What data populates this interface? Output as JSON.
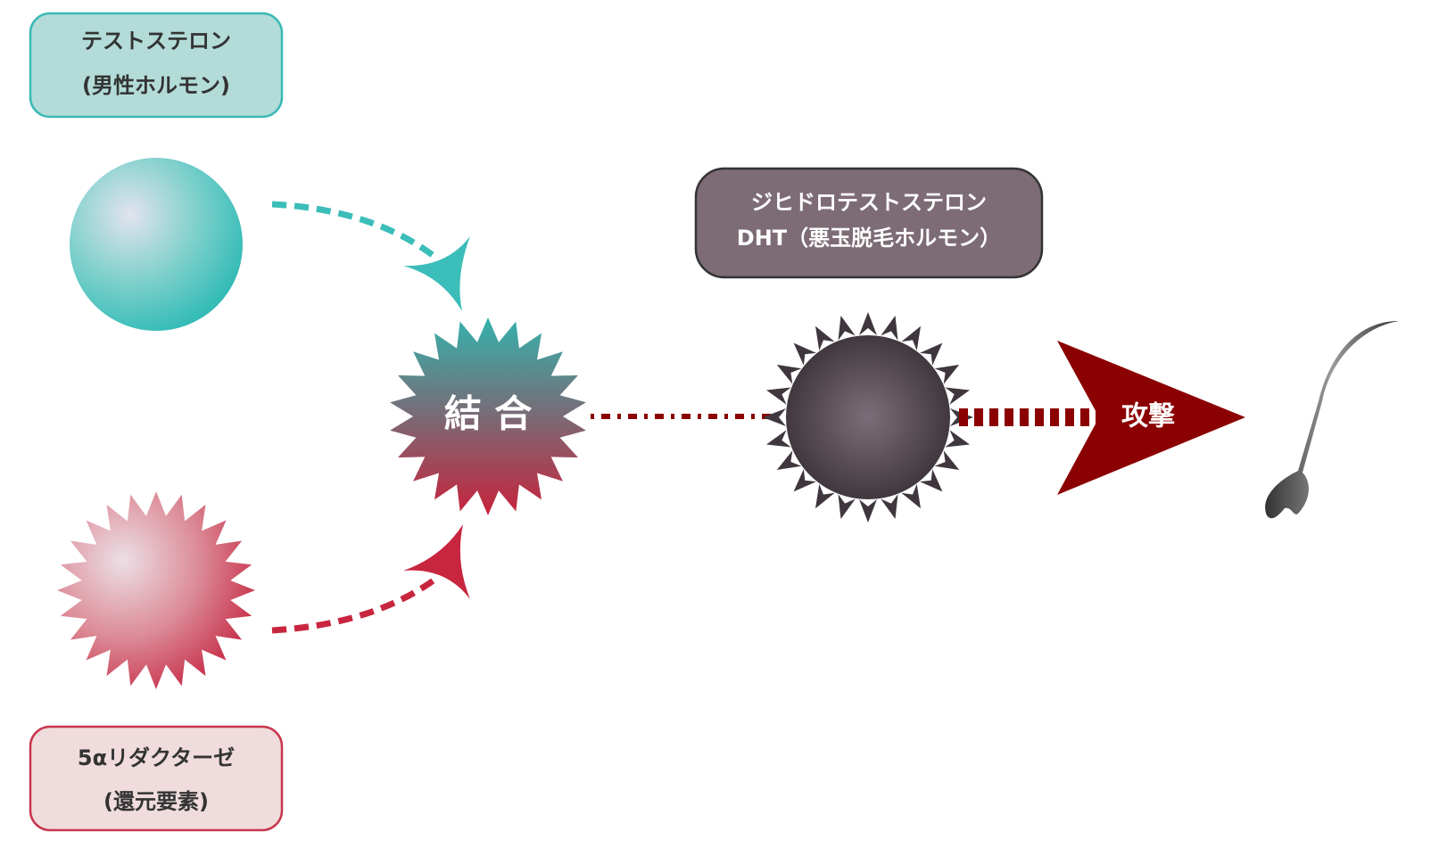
{
  "testosterone_label": {
    "line1": "テストステロン",
    "line2": "(男性ホルモン)"
  },
  "reductase_label": {
    "line1": "5αリダクターゼ",
    "line2": "(還元要素)"
  },
  "dht_label": {
    "line1": "ジヒドロテストステロン",
    "line2": "DHT（悪玉脱毛ホルモン）"
  },
  "combine_text": "結 合",
  "attack_text": "攻撃",
  "colors": {
    "teal": "#3bbdb9",
    "red": "#c8263f",
    "dark_red": "#8b0000",
    "dark": "#463d45"
  }
}
